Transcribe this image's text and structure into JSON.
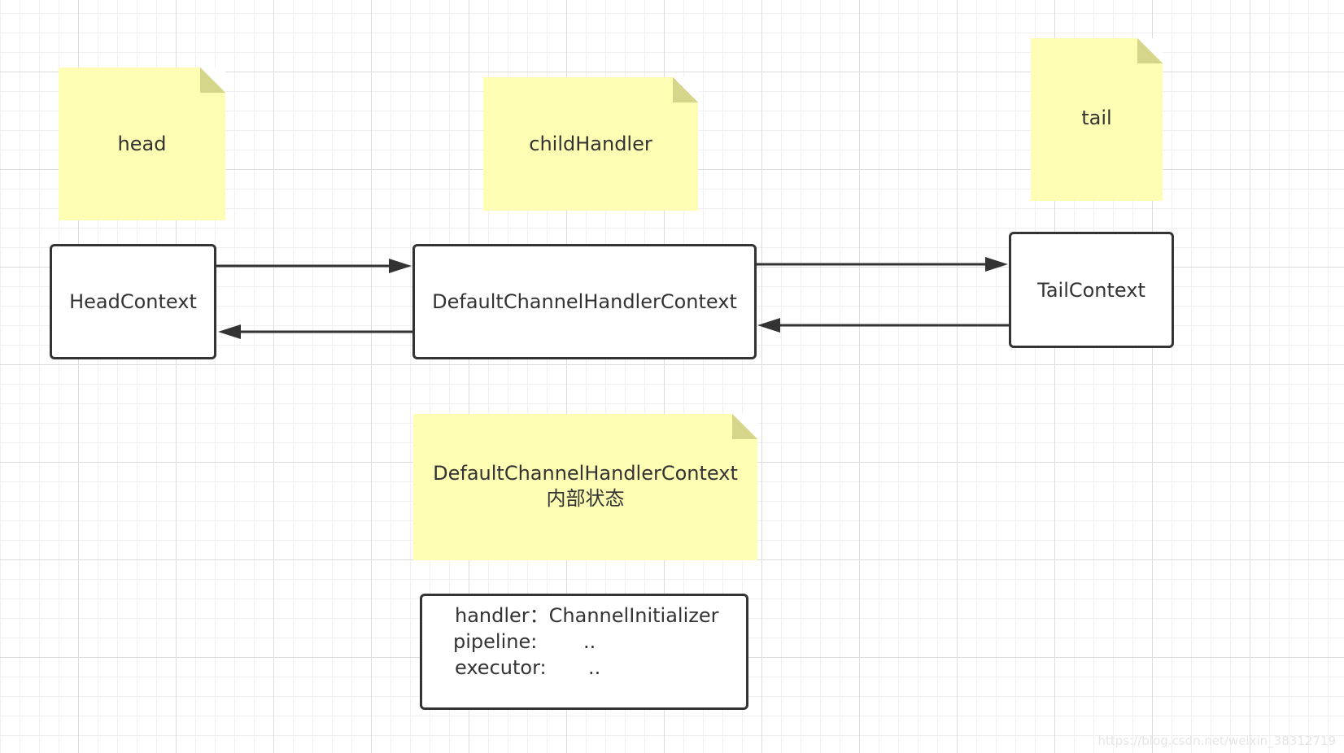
{
  "notes": {
    "head": "head",
    "child_handler": "childHandler",
    "tail": "tail",
    "state_title": "DefaultChannelHandlerContext",
    "state_subtitle": "内部状态"
  },
  "boxes": {
    "head_context": "HeadContext",
    "default_context": "DefaultChannelHandlerContext",
    "tail_context": "TailContext"
  },
  "state": {
    "handler_label": "handler：ChannelInitializer",
    "pipeline_label": "pipeline:",
    "pipeline_value": "..",
    "executor_label": "executor:",
    "executor_value": ".."
  },
  "watermark": "https://blog.csdn.net/weixin_38312719",
  "colors": {
    "note_fill": "#fdfdb3",
    "note_fold": "#d6d68a",
    "stroke": "#333333"
  }
}
